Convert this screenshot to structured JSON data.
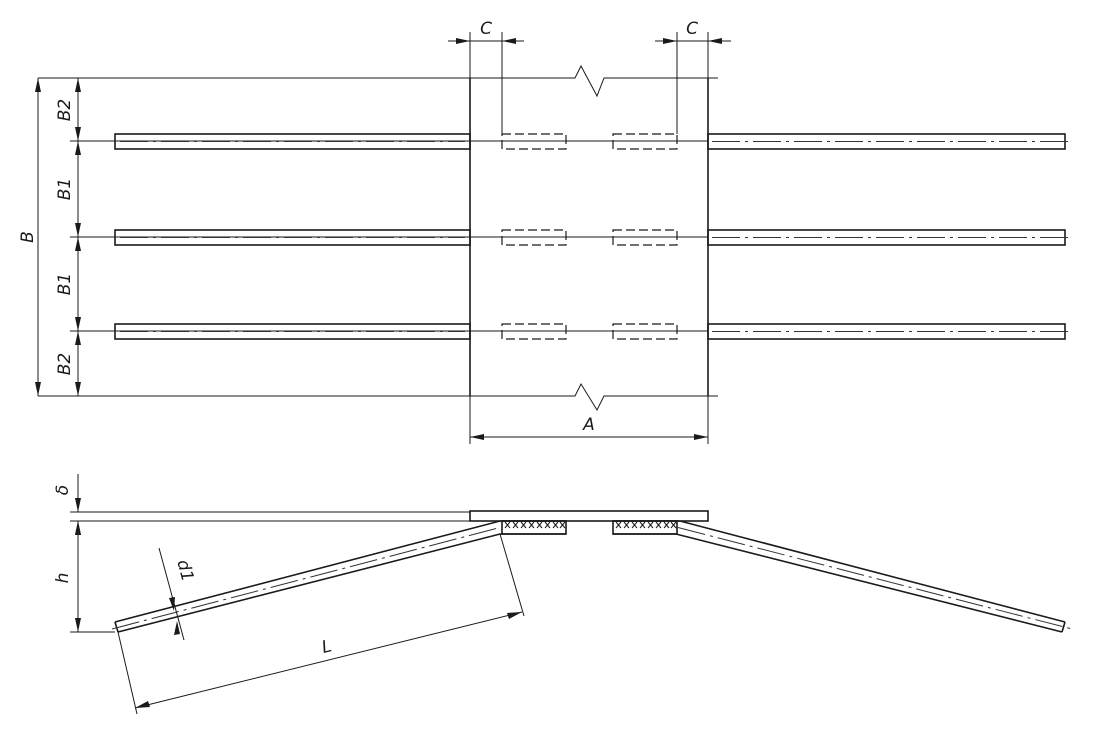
{
  "labels": {
    "B": "B",
    "B1": "B1",
    "B2": "B2",
    "A": "A",
    "C": "C",
    "L": "L",
    "h": "h",
    "delta": "δ",
    "d1": "d1"
  }
}
